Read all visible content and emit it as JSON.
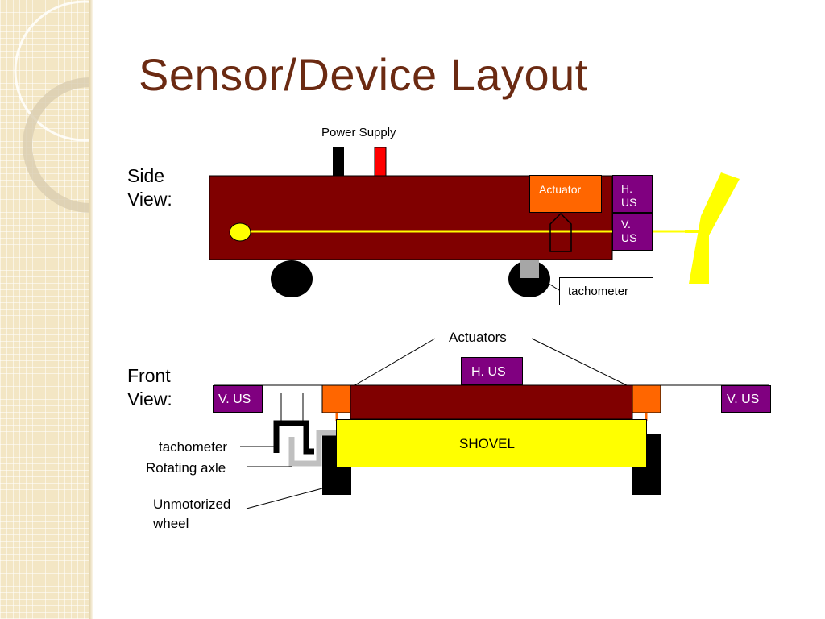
{
  "slide": {
    "title": "Sensor/Device Layout"
  },
  "side_view": {
    "heading": "Side\nView:",
    "power_supply_label": "Power Supply",
    "actuator_label": "Actuator",
    "h_us_label": "H.\nUS",
    "v_us_label": "V.\nUS",
    "tachometer_label": "tachometer"
  },
  "front_view": {
    "heading": "Front\nView:",
    "actuators_label": "Actuators",
    "h_us_label": "H. US",
    "v_us_left_label": "V. US",
    "v_us_right_label": "V. US",
    "shovel_label": "SHOVEL",
    "tachometer_label": "tachometer",
    "rotating_axle_label": "Rotating axle",
    "unmotorized_wheel_label": "Unmotorized\nwheel"
  },
  "colors": {
    "title": "#6b2a12",
    "body_maroon": "#800000",
    "actuator_orange": "#ff6600",
    "us_purple": "#800080",
    "shovel_yellow": "#ffff00",
    "axle_gray": "#c0c0c0",
    "power_red": "#ff0000",
    "black": "#000000"
  }
}
